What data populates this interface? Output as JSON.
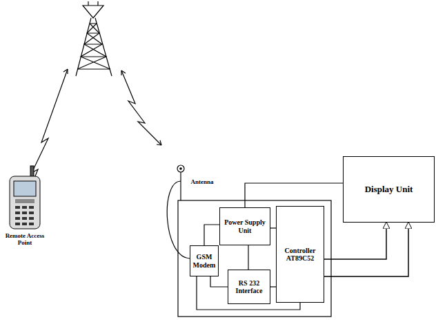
{
  "diagram": {
    "nodes": [
      {
        "text": [
          "Power Supply Unit"
        ]
      },
      {
        "text": [
          "GSM Modem"
        ]
      },
      {
        "text": [
          "RS 232 Interface"
        ]
      },
      {
        "text": [
          "Controller AT89C52"
        ]
      },
      {
        "text": [
          "Display Unit"
        ]
      }
    ],
    "edges": [
      {
        "from": 0,
        "to": 1,
        "arrow": "none"
      },
      {
        "from": 0,
        "to": 2,
        "arrow": "none"
      },
      {
        "from": 0,
        "to": 3,
        "arrow": "none"
      },
      {
        "from": 1,
        "to": 2,
        "arrow": "none"
      },
      {
        "from": 2,
        "to": 3,
        "arrow": "none"
      },
      {
        "from": 1,
        "to": 3,
        "arrow": "none"
      },
      {
        "from": 0,
        "to": 4,
        "arrow": "none"
      },
      {
        "from": 3,
        "to": 4,
        "arrow": "to"
      },
      {
        "from": 3,
        "to": 4,
        "arrow": "to"
      }
    ],
    "labels": [
      "Antenna",
      "Remote Access Point"
    ]
  }
}
